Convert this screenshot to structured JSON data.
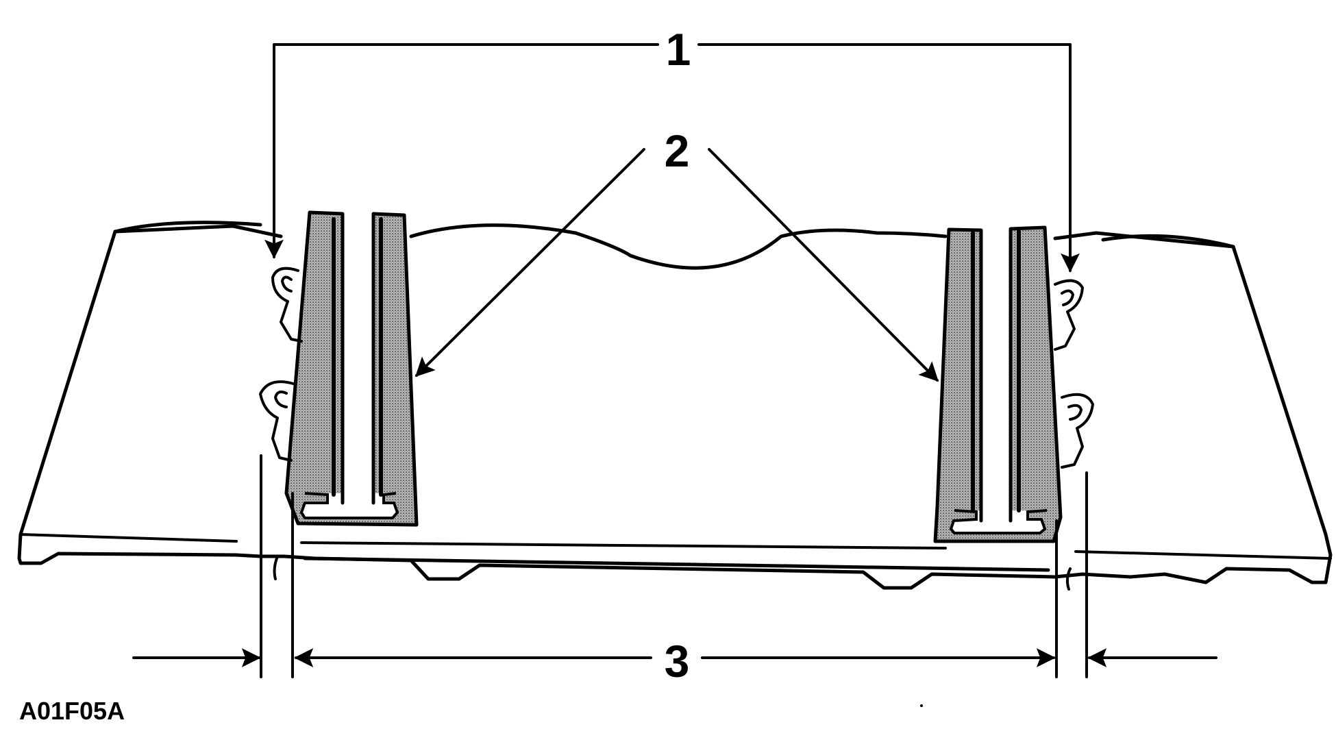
{
  "figure": {
    "code": "A01F05A",
    "callouts": {
      "one": "1",
      "two": "2",
      "three": "3"
    }
  },
  "colors": {
    "ink": "#000000",
    "background": "#ffffff",
    "seal_shading": "#8a8a8a"
  }
}
